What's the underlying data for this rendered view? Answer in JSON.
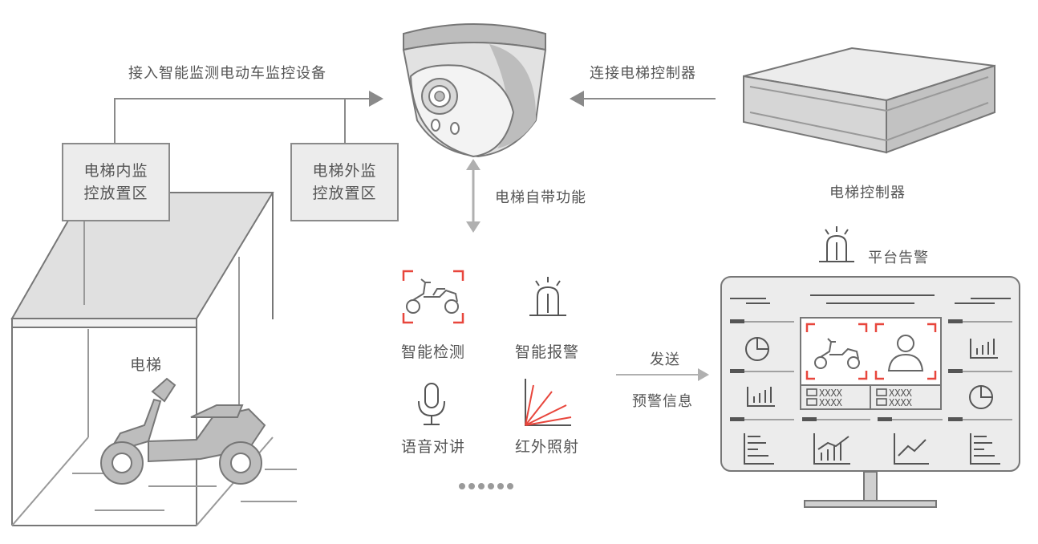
{
  "labels": {
    "connect_device": "接入智能监测电动车监控设备",
    "connect_controller": "连接电梯控制器",
    "controller_name": "电梯控制器",
    "elevator_builtin": "电梯自带功能",
    "platform_alarm": "平台告警",
    "send": "发送",
    "alert_info": "预警信息",
    "elevator": "电梯"
  },
  "boxes": {
    "inside": [
      "电梯内监",
      "控放置区"
    ],
    "outside": [
      "电梯外监",
      "控放置区"
    ]
  },
  "features": [
    {
      "label": "智能检测",
      "icon": "scooter-detect-icon"
    },
    {
      "label": "智能报警",
      "icon": "alarm-light-icon"
    },
    {
      "label": "语音对讲",
      "icon": "microphone-icon"
    },
    {
      "label": "红外照射",
      "icon": "infrared-rays-icon"
    }
  ],
  "monitor": {
    "placeholder": "XXXX"
  },
  "colors": {
    "accent": "#e8463c",
    "line": "#8a8a8a",
    "fill": "#ececec"
  }
}
